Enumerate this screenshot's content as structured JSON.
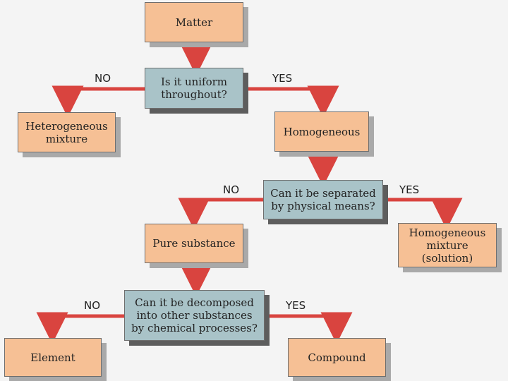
{
  "nodes": {
    "matter": "Matter",
    "uniform_question": "Is it uniform\nthroughout?",
    "heterogeneous": "Heterogeneous\nmixture",
    "homogeneous": "Homogeneous",
    "separated_question": "Can it be separated\nby physical means?",
    "homogeneous_mixture": "Homogeneous\nmixture\n(solution)",
    "pure_substance": "Pure substance",
    "decomposed_question": "Can it be decomposed\ninto other substances\nby chemical processes?",
    "element": "Element",
    "compound": "Compound"
  },
  "edge_labels": {
    "uniform_no": "NO",
    "uniform_yes": "YES",
    "separated_no": "NO",
    "separated_yes": "YES",
    "decomposed_no": "NO",
    "decomposed_yes": "YES"
  },
  "colors": {
    "outcome_fill": "#f6c095",
    "question_fill": "#a9c3c8",
    "arrow": "#d9443f"
  }
}
